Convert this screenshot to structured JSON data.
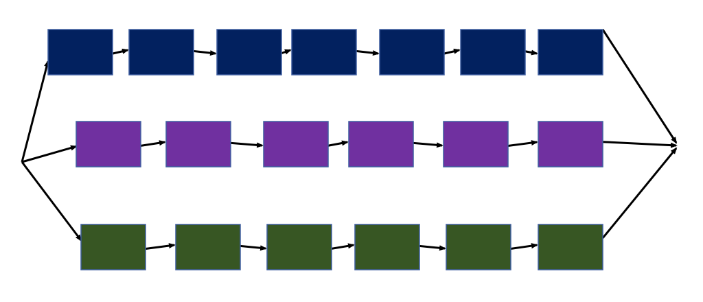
{
  "diagram": {
    "type": "parallel-pipelines",
    "split_point": "left",
    "merge_point": "right",
    "rows": [
      {
        "id": "top",
        "color": "#02215f",
        "node_count": 7
      },
      {
        "id": "middle",
        "color": "#7030a0",
        "node_count": 6
      },
      {
        "id": "bottom",
        "color": "#375623",
        "node_count": 6
      }
    ]
  }
}
